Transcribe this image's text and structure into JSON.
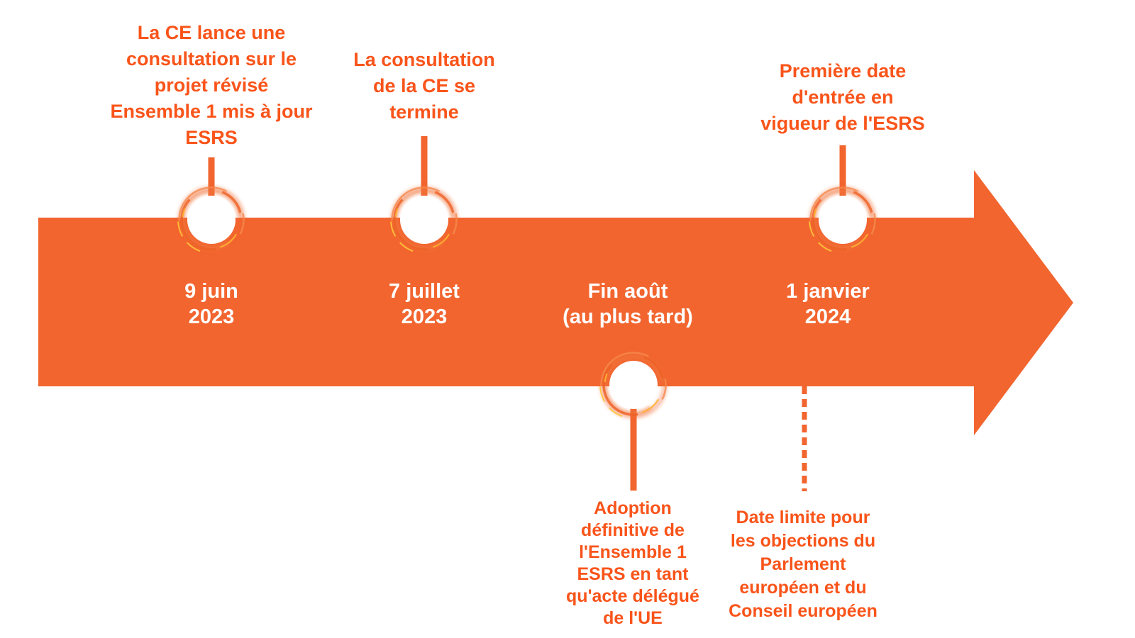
{
  "diagram": {
    "type": "timeline",
    "direction": "left-to-right"
  },
  "colors": {
    "arrow_orange": "#F2652F",
    "label_orange": "#F9541A",
    "date_text": "#FFFFFF",
    "brush_yellow_accent": "#FFC43A"
  },
  "milestones": [
    {
      "id": "ce-lance-consultation",
      "label_position": "above",
      "label_lines": [
        "La CE lance une",
        "consultation sur le",
        "projet révisé",
        "Ensemble 1 mis à jour",
        "ESRS"
      ],
      "date_lines": [
        "9 juin",
        "2023"
      ]
    },
    {
      "id": "consultation-termine",
      "label_position": "above",
      "label_lines": [
        "La consultation",
        "de la CE se",
        "termine"
      ],
      "date_lines": [
        "7 juillet",
        "2023"
      ]
    },
    {
      "id": "adoption-definitive",
      "label_position": "below",
      "label_lines": [
        "Adoption",
        "définitive de",
        "l'Ensemble 1",
        "ESRS en tant",
        "qu'acte délégué",
        "de l'UE"
      ],
      "date_lines": [
        "Fin août",
        "(au plus tard)"
      ]
    },
    {
      "id": "entree-en-vigueur",
      "label_position": "above",
      "label_lines": [
        "Première date",
        "d'entrée en",
        "vigueur de l'ESRS"
      ],
      "date_lines": [
        "1 janvier",
        "2024"
      ]
    }
  ],
  "deadline_marker": {
    "id": "date-limite-objections",
    "line_style": "dashed",
    "label_lines": [
      "Date limite pour",
      "les objections du",
      "Parlement",
      "européen et du",
      "Conseil européen"
    ]
  }
}
